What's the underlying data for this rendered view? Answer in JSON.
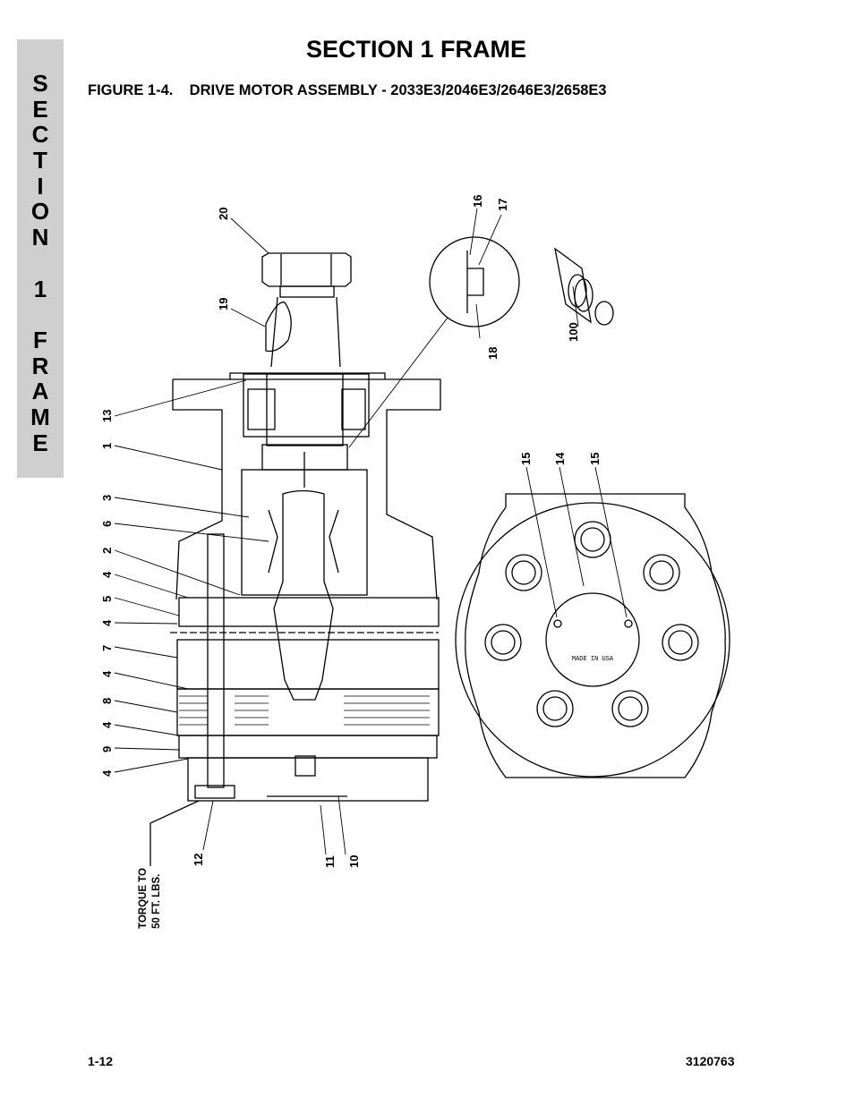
{
  "sidebar": {
    "letters": [
      "S",
      "E",
      "C",
      "T",
      "I",
      "O",
      "N",
      "",
      "1",
      "",
      "F",
      "R",
      "A",
      "M",
      "E"
    ]
  },
  "header": {
    "title": "SECTION 1  FRAME"
  },
  "figure": {
    "title": "FIGURE 1-4.    DRIVE MOTOR ASSEMBLY - 2033E3/2046E3/2646E3/2658E3"
  },
  "callouts": {
    "c20": "20",
    "c19": "19",
    "c16": "16",
    "c17": "17",
    "c18": "18",
    "c100": "100",
    "c13": "13",
    "c1": "1",
    "c3": "3",
    "c6": "6",
    "c2": "2",
    "c4a": "4",
    "c5": "5",
    "c4b": "4",
    "c7": "7",
    "c4c": "4",
    "c8": "8",
    "c4d": "4",
    "c9": "9",
    "c4e": "4",
    "c12": "12",
    "c11": "11",
    "c10": "10",
    "c15a": "15",
    "c14": "14",
    "c15b": "15"
  },
  "torque_note": {
    "line1": "TORQUE TO",
    "line2": "50 FT. LBS."
  },
  "end_view_stamp": "MADE IN USA",
  "footer": {
    "page": "1-12",
    "doc_number": "3120763"
  }
}
